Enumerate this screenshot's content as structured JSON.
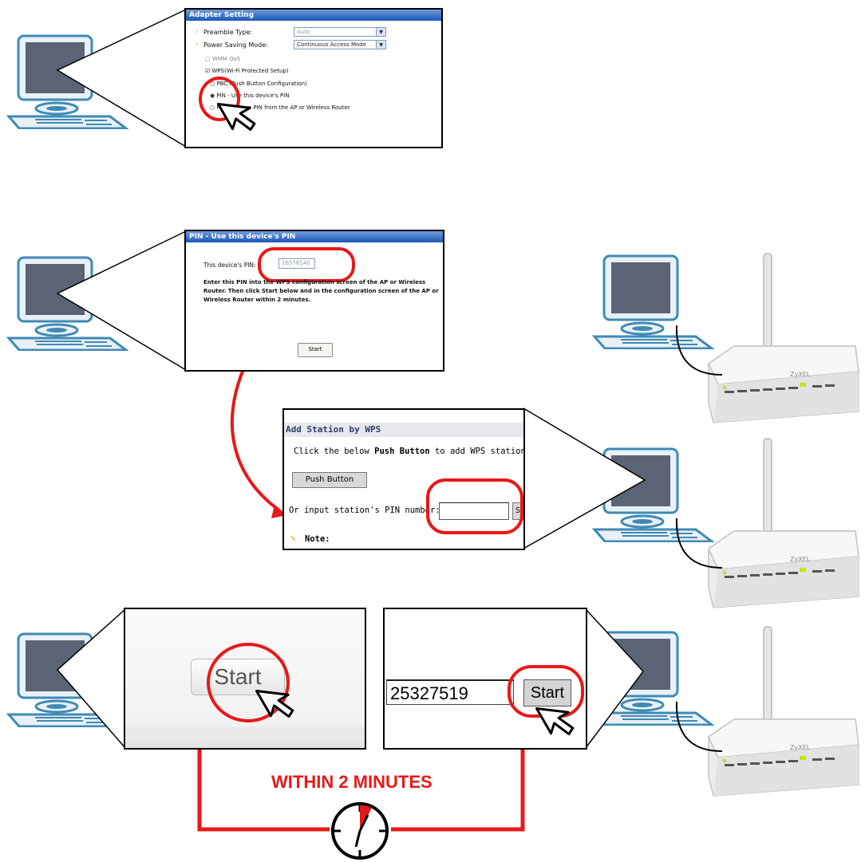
{
  "adapter_setting": {
    "title": "Adapter Setting",
    "preamble_label": "Preamble Type:",
    "preamble_value": "Auto",
    "power_label": "Power Saving Mode:",
    "power_value": "Continuous Access Mode",
    "wmm_label": "WMM QoS",
    "wps_label": "WPS(Wi-Fi Protected Setup)",
    "pbc_label": "PBC (Push Button Configuration)",
    "pin_label": "PIN - Use this device's PIN",
    "pin_ap_label": "PIN - Enter a PIN from the AP or Wireless Router"
  },
  "pin_dialog": {
    "title": "PIN - Use this device's PIN",
    "device_pin_label": "This device's PIN:",
    "device_pin_value": "16576140",
    "instructions_1": "Enter this PIN into the WPS configuration screen of the AP or Wireless",
    "instructions_2": "Router. Then click Start below and in the configuration screen of the AP or",
    "instructions_3": "Wireless Router within 2 minutes.",
    "start_label": "Start"
  },
  "add_station": {
    "title": "Add Station by WPS",
    "text_prefix": "Click the below ",
    "text_bold": "Push Button",
    "text_suffix": " to add WPS stations",
    "push_button_label": "Push Button",
    "pin_label": "Or input station's PIN number:",
    "start_partial": "S",
    "note_label": "Note:"
  },
  "zoom_client": {
    "start_label": "Start"
  },
  "zoom_ap": {
    "pin_value": "25327519",
    "start_label": "Start"
  },
  "timer": {
    "label": "WITHIN 2 MINUTES"
  },
  "router": {
    "brand": "ZyXEL"
  },
  "colors": {
    "highlight": "#e81818",
    "monitor_frame": "#3f8ab5",
    "monitor_screen": "#5b6476",
    "titlebar": "#1b58b8"
  },
  "icons": [
    "computer-icon",
    "router-icon",
    "mouse-cursor-icon",
    "clock-icon"
  ]
}
